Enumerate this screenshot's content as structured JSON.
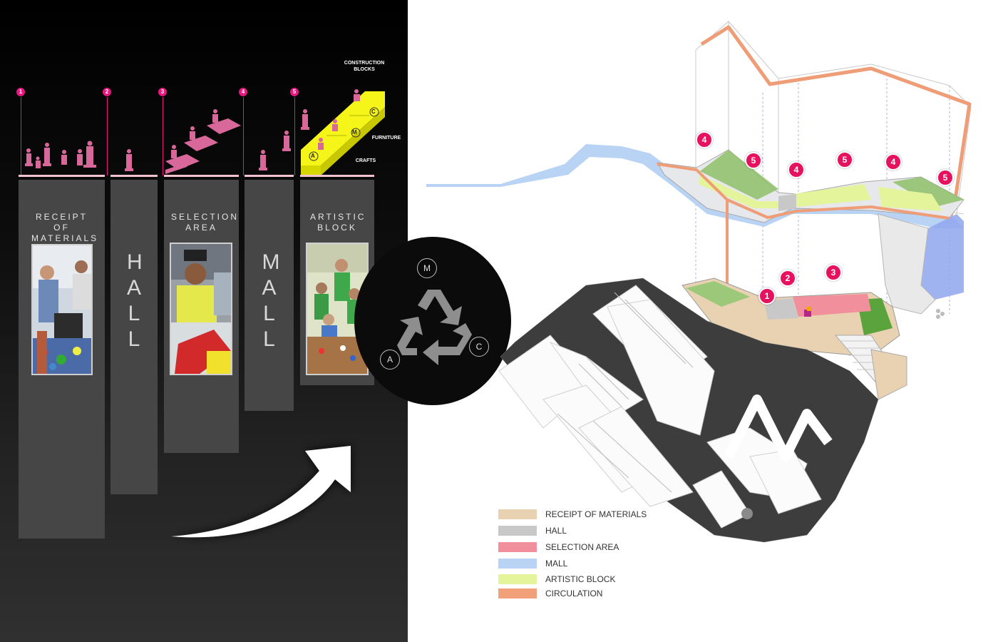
{
  "process": {
    "markers": [
      "1",
      "2",
      "3",
      "4",
      "5"
    ],
    "columns": [
      {
        "label": "RECEIPT OF MATERIALS"
      },
      {
        "label": "H A L L"
      },
      {
        "label": "SELECTION AREA"
      },
      {
        "label": "M A L L"
      },
      {
        "label": "ARTISTIC BLOCK"
      }
    ],
    "block_labels": {
      "construction": "CONSTRUCTION BLOCKS",
      "furniture": "FURNITURE",
      "crafts": "CRAFTS"
    },
    "block_letters": [
      "A",
      "M",
      "C"
    ]
  },
  "cycle": {
    "letters": [
      "M",
      "C",
      "A"
    ]
  },
  "plan": {
    "pins": [
      "4",
      "5",
      "4",
      "5",
      "4",
      "5",
      "1",
      "2",
      "3"
    ]
  },
  "legend": {
    "items": [
      {
        "label": "RECEIPT OF MATERIALS",
        "color": "#e8d2b2"
      },
      {
        "label": "HALL",
        "color": "#c8c8c8"
      },
      {
        "label": "SELECTION AREA",
        "color": "#f28f9c"
      },
      {
        "label": "MALL",
        "color": "#b9d3f5"
      },
      {
        "label": "ARTISTIC BLOCK",
        "color": "#e3f49a"
      },
      {
        "label": "CIRCULATION",
        "color": "#f2a07a"
      }
    ]
  }
}
